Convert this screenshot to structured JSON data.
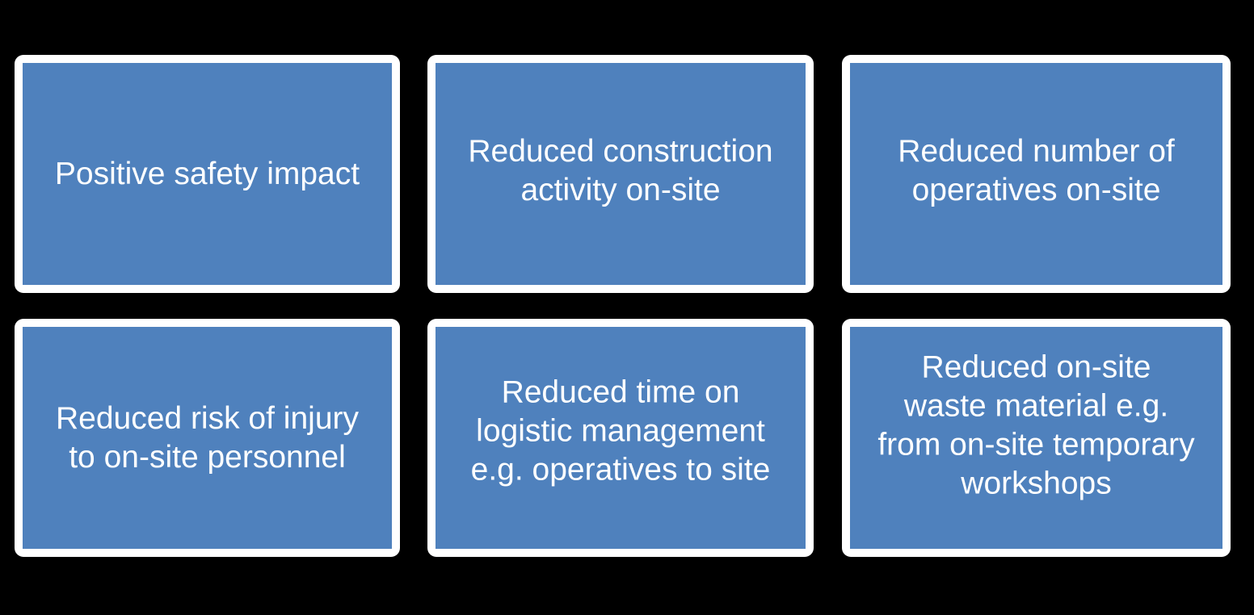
{
  "page": {
    "background_color": "#000000",
    "card_border_color": "#FFFFFF",
    "card_fill_color": "#4F81BD",
    "card_text_color": "#FFFFFF"
  },
  "diagram": {
    "type": "grid-of-boxes",
    "rows": 2,
    "columns": 3,
    "cards": [
      {
        "id": "card-1",
        "text": "Positive safety impact",
        "lines": 1,
        "row": 1,
        "column": 1
      },
      {
        "id": "card-2",
        "text": "Reduced construction\nactivity on-site",
        "lines": 2,
        "row": 1,
        "column": 2
      },
      {
        "id": "card-3",
        "text": "Reduced number of\noperatives on-site",
        "lines": 2,
        "row": 1,
        "column": 3
      },
      {
        "id": "card-4",
        "text": "Reduced risk of injury\nto on-site personnel",
        "lines": 2,
        "row": 2,
        "column": 1
      },
      {
        "id": "card-5",
        "text": "Reduced time on\nlogistic management\ne.g. operatives to site",
        "lines": 3,
        "row": 2,
        "column": 2
      },
      {
        "id": "card-6",
        "text": "Reduced on-site\nwaste material e.g.\nfrom on-site temporary\nworkshops",
        "lines": 4,
        "row": 2,
        "column": 3
      }
    ]
  }
}
